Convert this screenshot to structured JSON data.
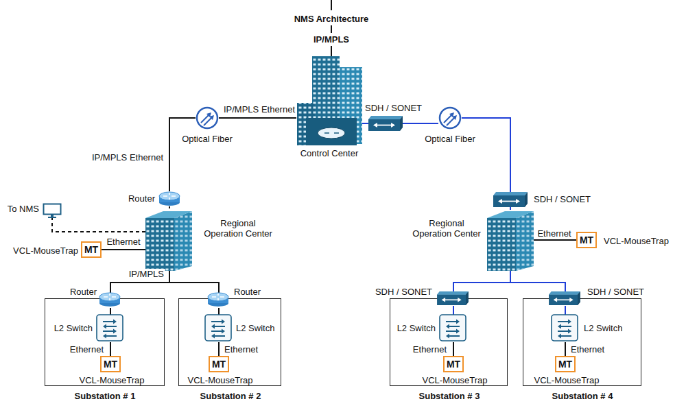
{
  "diagram": {
    "nodes": [
      {
        "text": [
          "Control Center"
        ]
      },
      {
        "text": [
          "Optical Fiber"
        ]
      },
      {
        "text": [
          "SDH / SONET"
        ]
      },
      {
        "text": [
          "Optical Fiber"
        ]
      },
      {
        "text": [
          "Router"
        ]
      },
      {
        "text": [
          "Regional Operation Center"
        ]
      },
      {
        "text": [
          "MT",
          "VCL-MouseTrap"
        ]
      },
      {
        "text": [
          "To NMS"
        ]
      },
      {
        "text": [
          "SDH / SONET"
        ]
      },
      {
        "text": [
          "Regional Operation Center"
        ]
      },
      {
        "text": [
          "MT",
          "VCL-MouseTrap"
        ]
      },
      {
        "text": [
          "Substation # 1"
        ]
      },
      {
        "text": [
          "Router"
        ],
        "in": 11
      },
      {
        "text": [
          "L2 Switch"
        ],
        "in": 11
      },
      {
        "text": [
          "MT",
          "VCL-MouseTrap"
        ],
        "in": 11
      },
      {
        "text": [
          "Substation # 2"
        ]
      },
      {
        "text": [
          "Router"
        ],
        "in": 15
      },
      {
        "text": [
          "L2 Switch"
        ],
        "in": 15
      },
      {
        "text": [
          "MT",
          "VCL-MouseTrap"
        ],
        "in": 15
      },
      {
        "text": [
          "Substation # 3"
        ]
      },
      {
        "text": [
          "SDH / SONET"
        ],
        "in": 19
      },
      {
        "text": [
          "L2 Switch"
        ],
        "in": 19
      },
      {
        "text": [
          "MT",
          "VCL-MouseTrap"
        ],
        "in": 19
      },
      {
        "text": [
          "Substation # 4"
        ]
      },
      {
        "text": [
          "SDH / SONET"
        ],
        "in": 23
      },
      {
        "text": [
          "L2 Switch"
        ],
        "in": 23
      },
      {
        "text": [
          "MT",
          "VCL-MouseTrap"
        ],
        "in": 23
      }
    ],
    "edges": [
      {
        "from": 0,
        "to": 1,
        "arrow": "none",
        "label": "IP/MPLS Ethernet"
      },
      {
        "from": 1,
        "to": 4,
        "arrow": "none",
        "label": "IP/MPLS Ethernet"
      },
      {
        "from": 4,
        "to": 5,
        "arrow": "none"
      },
      {
        "from": 5,
        "to": 6,
        "arrow": "none",
        "label": "Ethernet"
      },
      {
        "from": 5,
        "to": 7,
        "arrow": "none"
      },
      {
        "from": 5,
        "to": 12,
        "arrow": "none",
        "label": "IP/MPLS"
      },
      {
        "from": 5,
        "to": 16,
        "arrow": "none"
      },
      {
        "from": 12,
        "to": 13,
        "arrow": "none"
      },
      {
        "from": 13,
        "to": 14,
        "arrow": "none",
        "label": "Ethernet"
      },
      {
        "from": 16,
        "to": 17,
        "arrow": "none"
      },
      {
        "from": 17,
        "to": 18,
        "arrow": "none",
        "label": "Ethernet"
      },
      {
        "from": 0,
        "to": 2,
        "arrow": "none"
      },
      {
        "from": 2,
        "to": 3,
        "arrow": "none"
      },
      {
        "from": 3,
        "to": 8,
        "arrow": "none"
      },
      {
        "from": 8,
        "to": 9,
        "arrow": "none"
      },
      {
        "from": 9,
        "to": 10,
        "arrow": "none",
        "label": "Ethernet"
      },
      {
        "from": 9,
        "to": 20,
        "arrow": "none"
      },
      {
        "from": 9,
        "to": 24,
        "arrow": "none"
      },
      {
        "from": 20,
        "to": 21,
        "arrow": "none"
      },
      {
        "from": 21,
        "to": 22,
        "arrow": "none",
        "label": "Ethernet"
      },
      {
        "from": 24,
        "to": 25,
        "arrow": "none"
      },
      {
        "from": 25,
        "to": 26,
        "arrow": "none",
        "label": "Ethernet"
      }
    ],
    "labels": [
      "NMS Architecture",
      "IP/MPLS"
    ]
  }
}
